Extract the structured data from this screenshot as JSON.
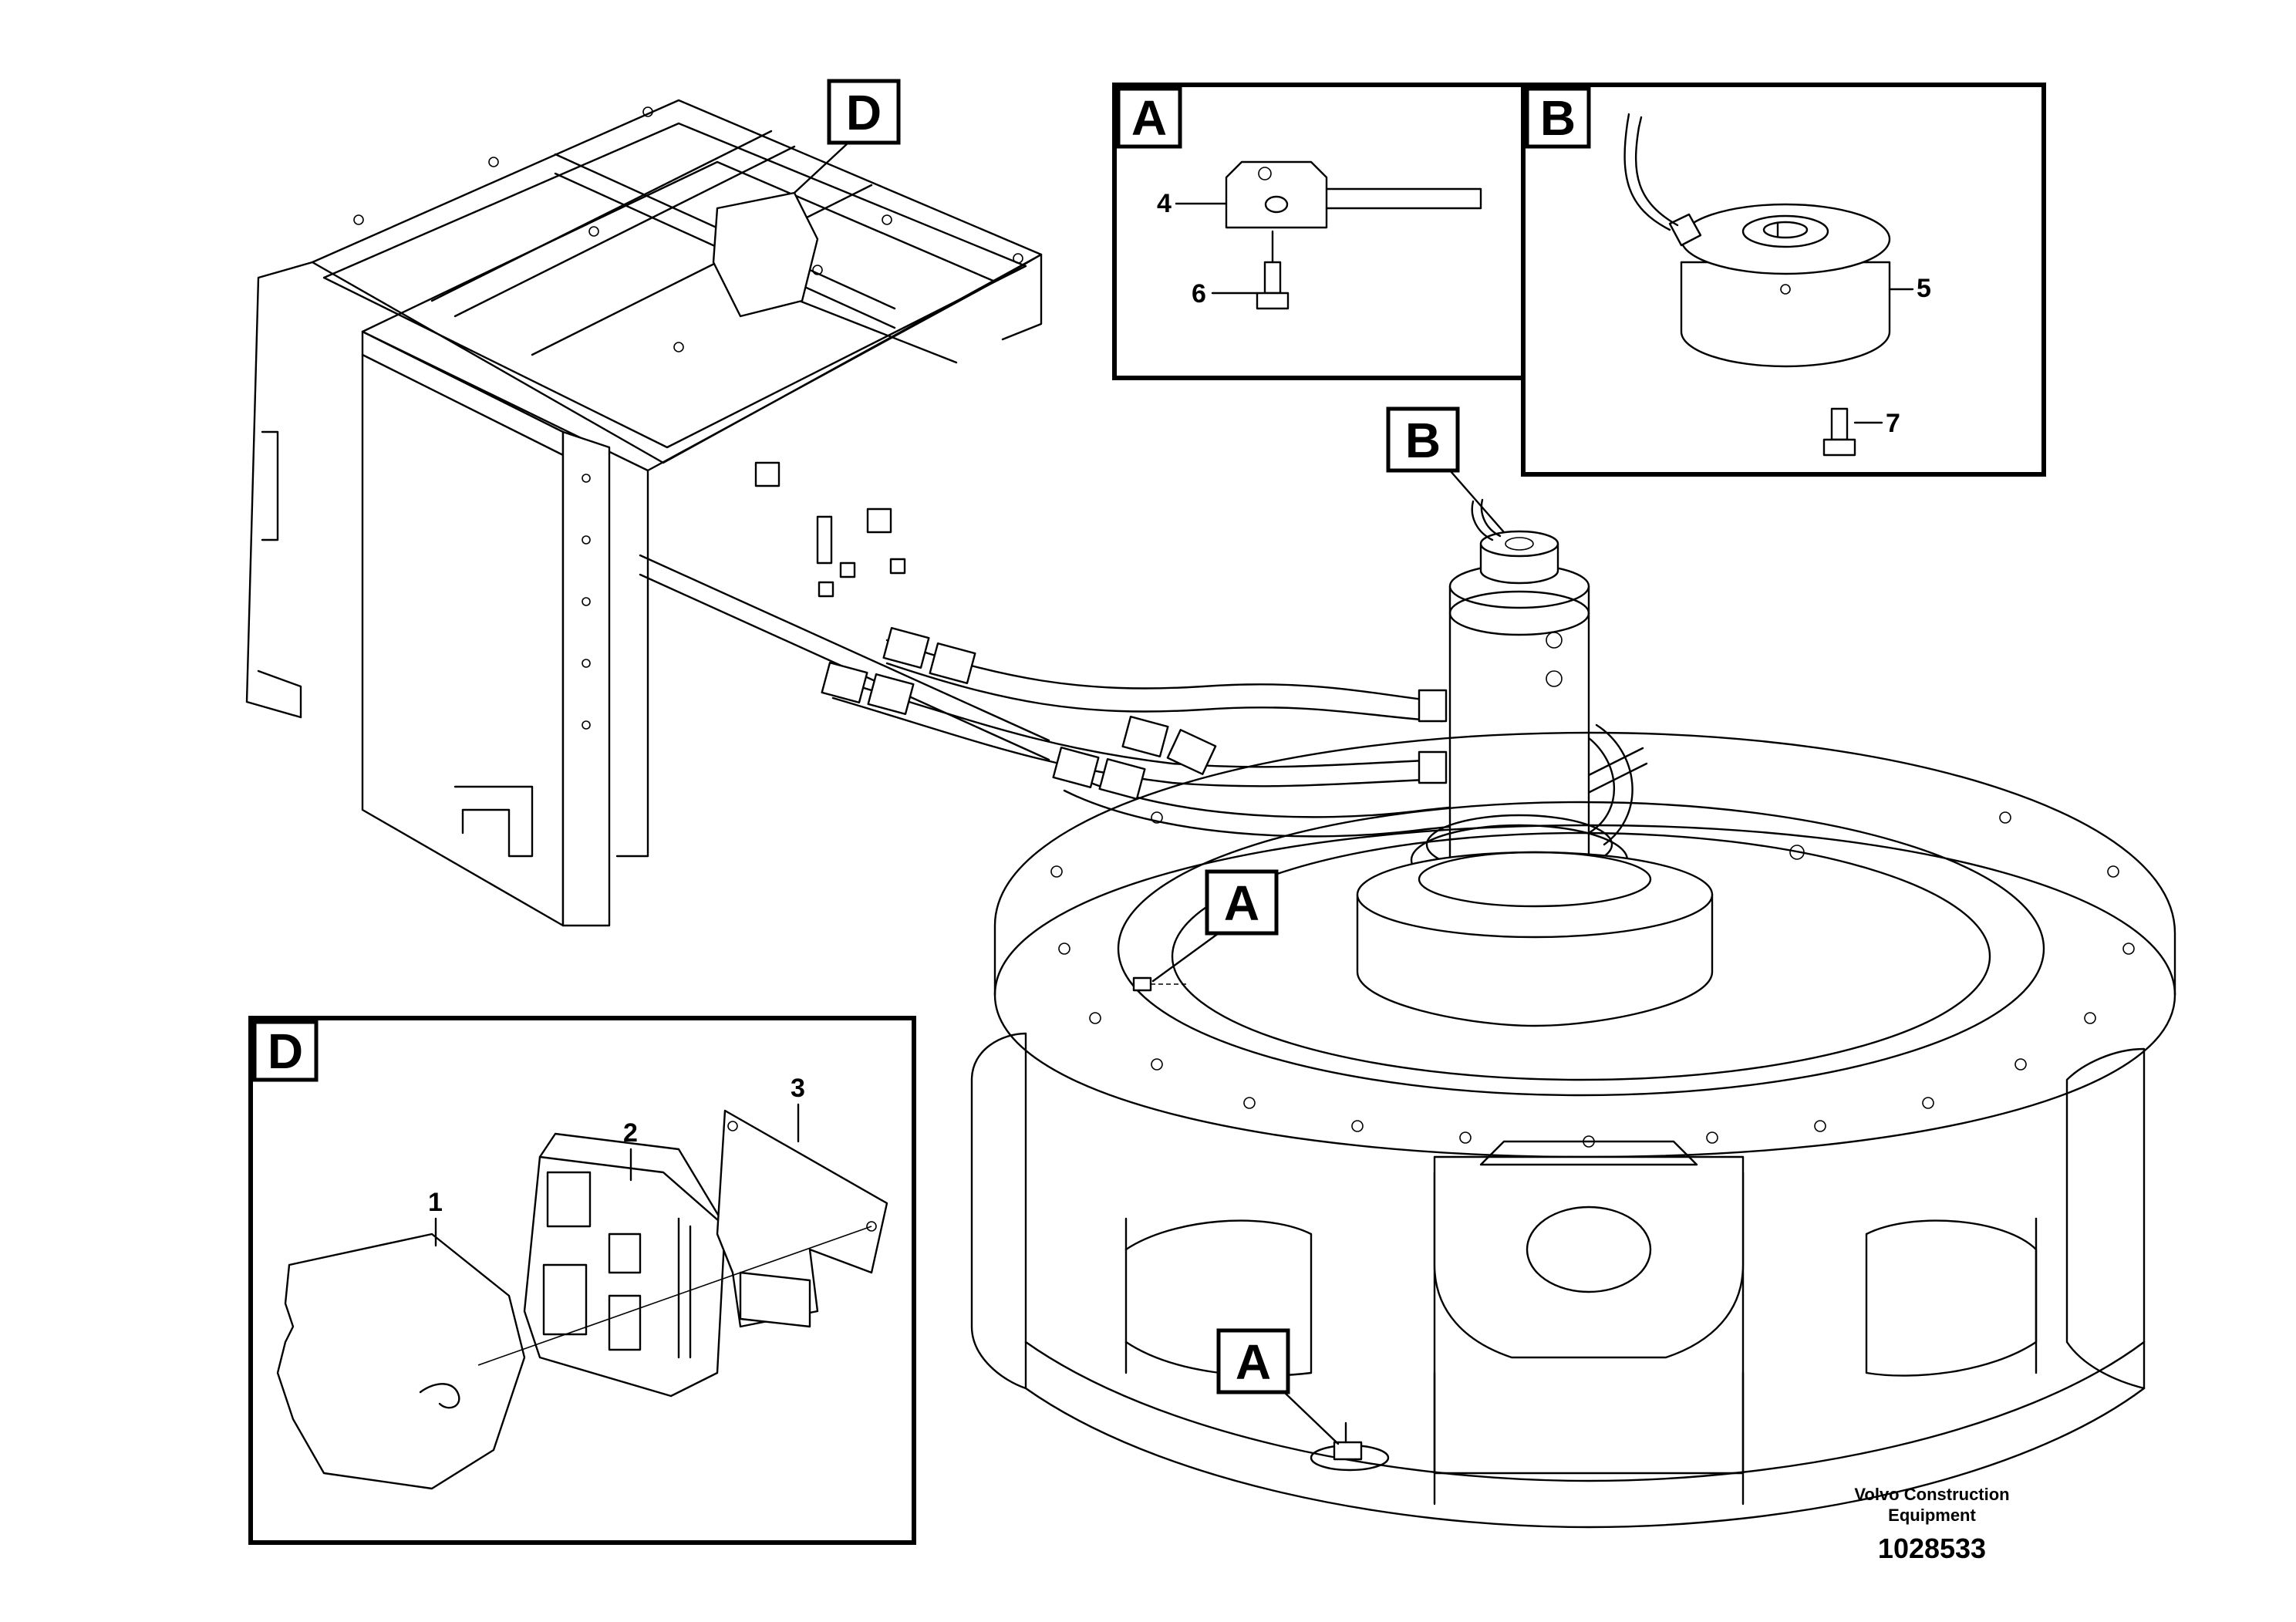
{
  "detail_tags": {
    "a": "A",
    "b": "B",
    "d": "D"
  },
  "part_numbers": {
    "p1": "1",
    "p2": "2",
    "p3": "3",
    "p4": "4",
    "p5": "5",
    "p6": "6",
    "p7": "7"
  },
  "footer": {
    "company_line1": "Volvo Construction",
    "company_line2": "Equipment",
    "illustration_number": "1028533"
  }
}
